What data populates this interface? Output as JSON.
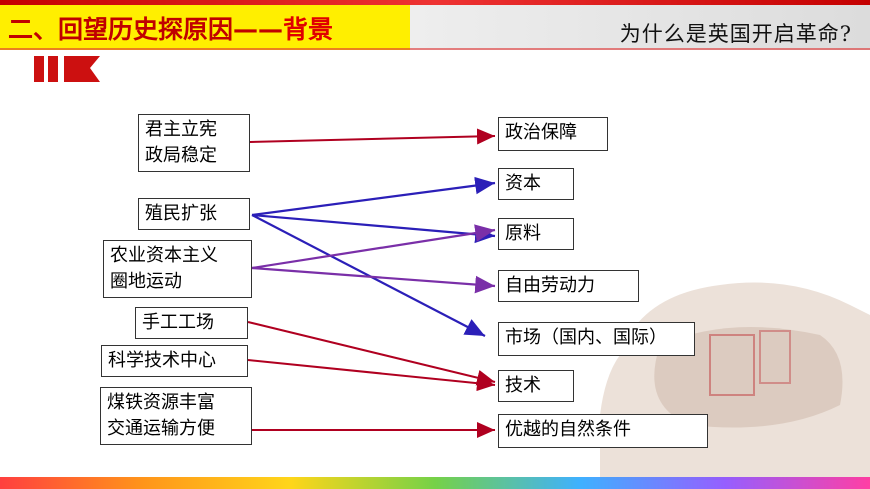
{
  "header": {
    "title_main": "二、回望历史探原因——",
    "title_accent": "背景",
    "subtitle": "为什么是英国开启革命?"
  },
  "causes": [
    {
      "line1": "君主立宪",
      "line2": "政局稳定"
    },
    {
      "line1": "殖民扩张",
      "line2": ""
    },
    {
      "line1": "农业资本主义",
      "line2": "圈地运动"
    },
    {
      "line1": "手工工场",
      "line2": ""
    },
    {
      "line1": "科学技术中心",
      "line2": ""
    },
    {
      "line1": "煤铁资源丰富",
      "line2": "交通运输方便"
    }
  ],
  "effects": [
    "政治保障",
    "资本",
    "原料",
    "自由劳动力",
    "市场（国内、国际）",
    "技术",
    "优越的自然条件"
  ],
  "colors": {
    "banner": "#ffef00",
    "title_red": "#c00000",
    "arrow_red": "#b00020",
    "arrow_blue": "#2b1fb8",
    "arrow_purple": "#7a2fa8"
  }
}
